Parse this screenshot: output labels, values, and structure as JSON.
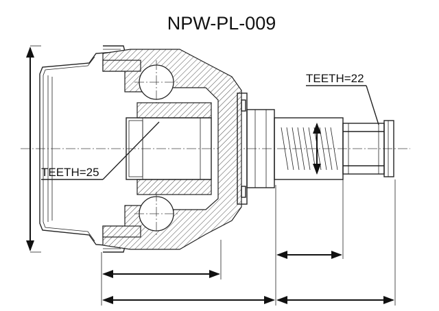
{
  "title": "NPW-PL-009",
  "labels": {
    "teeth_spline": "TEETH=22",
    "teeth_inner": "TEETH=25"
  }
}
